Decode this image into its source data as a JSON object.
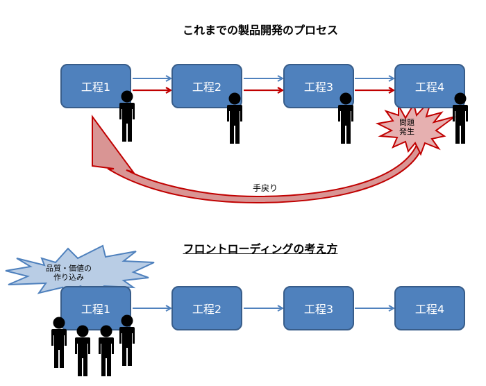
{
  "diagram": {
    "top_section": {
      "title": "これまでの製品開発のプロセス",
      "steps": [
        "工程1",
        "工程2",
        "工程3",
        "工程4"
      ],
      "problem_burst": {
        "line1": "問題",
        "line2": "発生"
      },
      "return_arrow_label": "手戻り",
      "arrow_colors": {
        "forward": "#4f81bd",
        "rework": "#c00000"
      }
    },
    "bottom_section": {
      "title": "フロントローディングの考え方",
      "steps": [
        "工程1",
        "工程2",
        "工程3",
        "工程4"
      ],
      "quality_burst": {
        "line1": "品質・価値の",
        "line2": "作り込み"
      }
    },
    "colors": {
      "box_fill": "#4f81bd",
      "box_border": "#385d8a",
      "problem_fill": "#e6b0b0",
      "problem_stroke": "#c00000",
      "quality_fill": "#b9cde5",
      "quality_stroke": "#4f81bd",
      "person": "#000000"
    }
  }
}
